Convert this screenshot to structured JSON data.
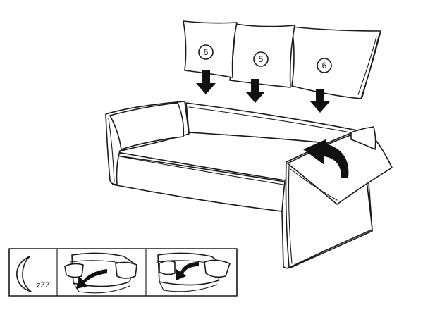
{
  "cushions": [
    {
      "number": "6"
    },
    {
      "number": "5"
    },
    {
      "number": "6"
    }
  ],
  "sleep_panel": {
    "zzz": "zZZ"
  },
  "icons": {
    "moon": "moon-icon",
    "down_arrow": "down-arrow-icon",
    "curved_arrow": "curved-arrow-icon"
  },
  "colors": {
    "line": "#1a1a1a",
    "fill": "#ffffff"
  }
}
